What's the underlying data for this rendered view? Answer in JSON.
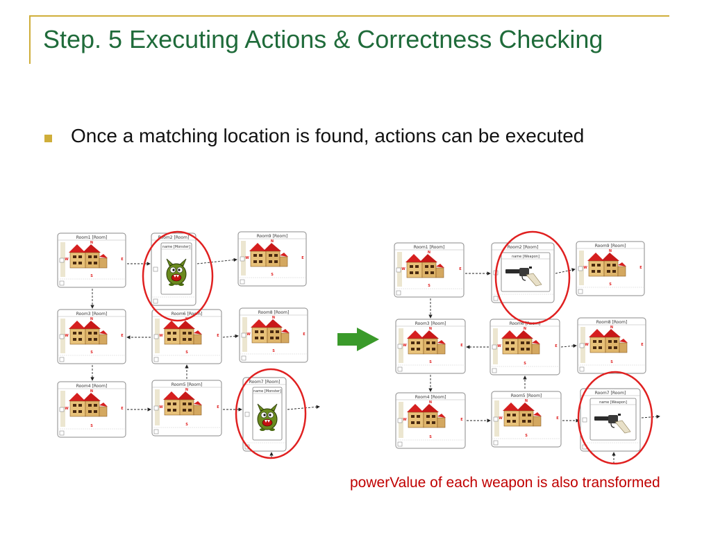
{
  "slide": {
    "title": "Step. 5 Executing Actions & Correctness Checking",
    "bullet": "Once a matching location is found, actions can be executed",
    "caption": "powerValue of each weapon is also transformed"
  },
  "colors": {
    "title": "#1f6b3a",
    "accent_rule": "#cfae3a",
    "caption": "#c00000",
    "highlight_circle": "#e02020",
    "arrow": "#3a9a2a"
  },
  "directions": {
    "north": "N",
    "south": "S",
    "east": "E",
    "west": "W"
  },
  "before": {
    "rooms": [
      {
        "name": "Room1 [Room]",
        "content": "house"
      },
      {
        "name": "Room2 [Room]",
        "content": "monster",
        "item_label": "name [Monster]",
        "highlighted": true
      },
      {
        "name": "Room9 [Room]",
        "content": "house"
      },
      {
        "name": "Room3 [Room]",
        "content": "house"
      },
      {
        "name": "Room6 [Room]",
        "content": "house"
      },
      {
        "name": "Room8 [Room]",
        "content": "house"
      },
      {
        "name": "Room4 [Room]",
        "content": "house"
      },
      {
        "name": "Room5 [Room]",
        "content": "house"
      },
      {
        "name": "Room7 [Room]",
        "content": "monster",
        "item_label": "name [Monster]",
        "highlighted": true
      }
    ]
  },
  "after": {
    "rooms": [
      {
        "name": "Room1 [Room]",
        "content": "house"
      },
      {
        "name": "Room2 [Room]",
        "content": "weapon",
        "item_label": "name [Weapon]",
        "highlighted": true
      },
      {
        "name": "Room9 [Room]",
        "content": "house"
      },
      {
        "name": "Room3 [Room]",
        "content": "house"
      },
      {
        "name": "Room6 [Room]",
        "content": "house"
      },
      {
        "name": "Room8 [Room]",
        "content": "house"
      },
      {
        "name": "Room4 [Room]",
        "content": "house"
      },
      {
        "name": "Room5 [Room]",
        "content": "house"
      },
      {
        "name": "Room7 [Room]",
        "content": "weapon",
        "item_label": "name [Weapon]",
        "highlighted": true
      }
    ]
  }
}
